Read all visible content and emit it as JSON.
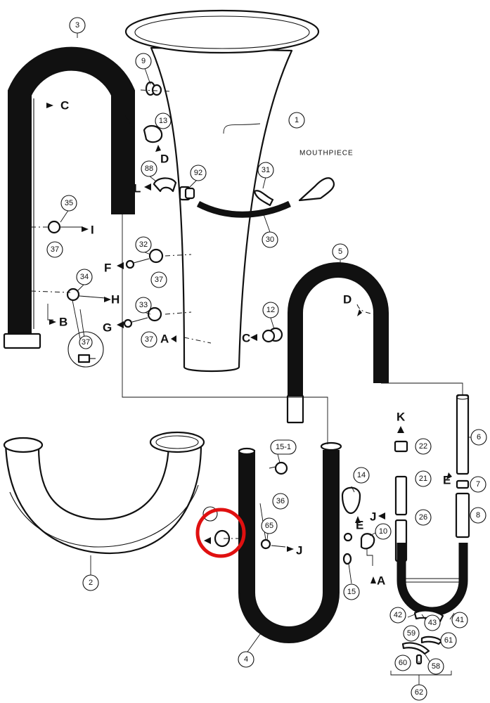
{
  "caption": "MOUTHPIECE",
  "part_numbers": {
    "n1": "1",
    "n2": "2",
    "n3": "3",
    "n4": "4",
    "n5": "5",
    "n6": "6",
    "n7": "7",
    "n8": "8",
    "n9": "9",
    "n10": "10",
    "n12": "12",
    "n13": "13",
    "n14": "14",
    "n15": "15",
    "n15_1": "15-1",
    "n21": "21",
    "n22": "22",
    "n26": "26",
    "n30": "30",
    "n31": "31",
    "n32": "32",
    "n33": "33",
    "n34": "34",
    "n35": "35",
    "n36": "36",
    "n37": "37",
    "n41": "41",
    "n42": "42",
    "n43": "43",
    "n58": "58",
    "n59": "59",
    "n60": "60",
    "n61": "61",
    "n62": "62",
    "n65": "65",
    "n88": "88",
    "n92": "92"
  },
  "connection_letters": {
    "A": "A",
    "B": "B",
    "C": "C",
    "D": "D",
    "E": "E",
    "F": "F",
    "G": "G",
    "H": "H",
    "I": "I",
    "J": "J",
    "K": "K",
    "L": "L"
  },
  "highlight": {
    "color": "#e01010"
  },
  "colors": {
    "ink": "#111111",
    "paper": "#ffffff"
  }
}
